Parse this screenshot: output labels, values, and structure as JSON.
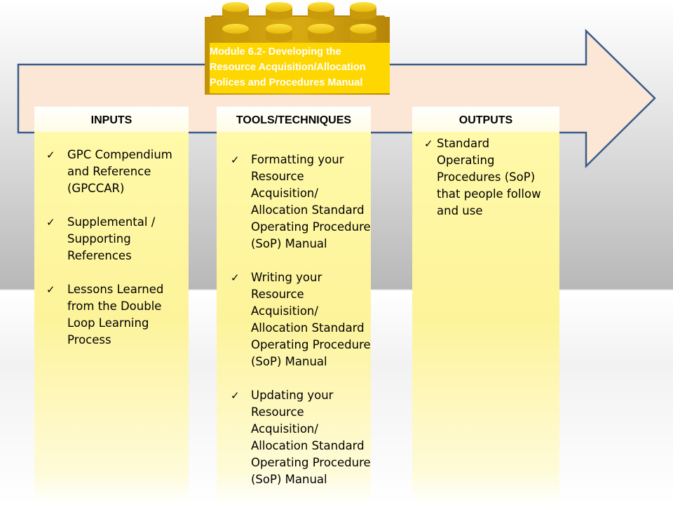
{
  "module": {
    "title_lines": [
      "Module 6.2- Developing the",
      "Resource Acquisition/Allocation",
      "Polices and Procedures Manual"
    ]
  },
  "columns": [
    {
      "heading": "INPUTS",
      "items": [
        {
          "lines": [
            "GPC  Compendium",
            "and Reference",
            "(GPCCAR)"
          ]
        },
        {
          "lines": [
            "Supplemental /",
            "Supporting",
            "References"
          ]
        },
        {
          "lines": [
            "Lessons Learned",
            "from the Double",
            "Loop Learning",
            "Process"
          ]
        }
      ]
    },
    {
      "heading": "TOOLS/TECHNIQUES",
      "items": [
        {
          "lines": [
            "Formatting your",
            "Resource",
            "Acquisition/",
            "Allocation Standard",
            "Operating Procedure",
            "(SoP) Manual"
          ]
        },
        {
          "lines": [
            "Writing your",
            "Resource",
            "Acquisition/",
            "Allocation Standard",
            "Operating Procedure",
            "(SoP) Manual"
          ]
        },
        {
          "lines": [
            "Updating your",
            "Resource",
            "Acquisition/",
            "Allocation Standard",
            "Operating Procedure",
            "(SoP) Manual"
          ]
        }
      ]
    },
    {
      "heading": "OUTPUTS",
      "items": [
        {
          "lines": [
            "Standard",
            "Operating",
            "Procedures (SoP)",
            "that people follow",
            "and use"
          ]
        }
      ]
    }
  ],
  "check_glyph": "✓",
  "colors": {
    "arrow_fill": "#fce6d6",
    "arrow_stroke": "#385d8a",
    "brick": "#d4a20a",
    "brick_label_bg": "#ffd700",
    "column_fill": "#fdf39a"
  }
}
